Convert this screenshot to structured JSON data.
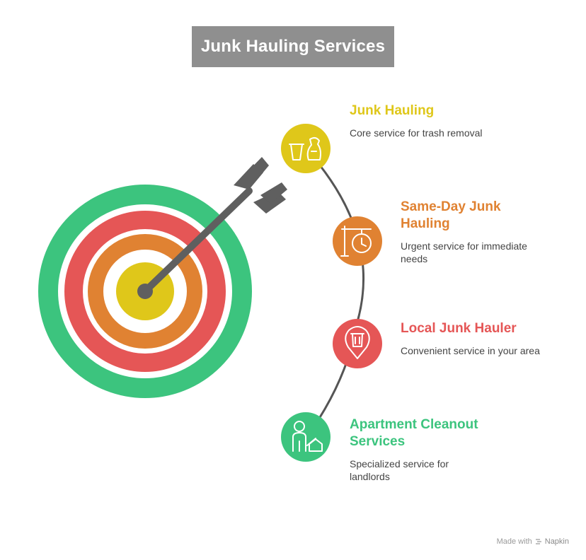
{
  "title": "Junk Hauling Services",
  "items": [
    {
      "title": "Junk Hauling",
      "desc": "Core service for trash removal",
      "color": "#dfc71a",
      "icon": "trash-bags-icon"
    },
    {
      "title": "Same-Day Junk Hauling",
      "desc": "Urgent service for immediate needs",
      "color": "#e08232",
      "icon": "clock-sign-icon"
    },
    {
      "title": "Local Junk Hauler",
      "desc": "Convenient service in your area",
      "color": "#e55656",
      "icon": "map-pin-trash-icon"
    },
    {
      "title": "Apartment Cleanout Services",
      "desc": "Specialized service for landlords",
      "color": "#3cc47e",
      "icon": "person-house-icon"
    }
  ],
  "target_colors": [
    "#3cc47e",
    "#e55656",
    "#e08232",
    "#dfc71a"
  ],
  "arrow_color": "#5f5f5f",
  "footer": {
    "prefix": "Made with",
    "brand": "Napkin"
  }
}
